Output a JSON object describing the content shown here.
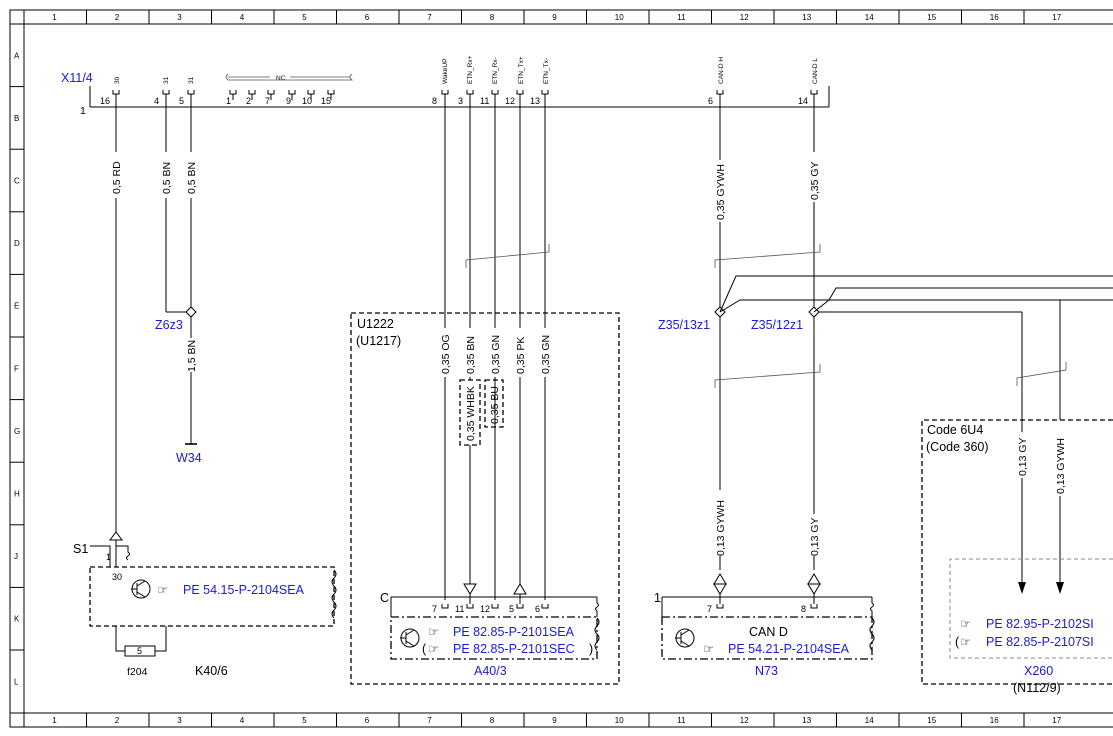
{
  "grid": {
    "columns": [
      "1",
      "2",
      "3",
      "4",
      "5",
      "6",
      "7",
      "8",
      "9",
      "10",
      "11",
      "12",
      "13",
      "14",
      "15",
      "16",
      "17"
    ],
    "rows": [
      "A",
      "B",
      "C",
      "D",
      "E",
      "F",
      "G",
      "H",
      "J",
      "K",
      "L"
    ]
  },
  "connector_x11_4": {
    "label": "X11/4",
    "bus_number": "1",
    "pin_labels": [
      "30",
      "31",
      "31",
      "NC",
      "WakeUP",
      "ETN_Rx+",
      "ETN_Rx-",
      "ETN_Tx+",
      "ETN_Tx-",
      "CAN-D H",
      "CAN-D L"
    ],
    "pin_numbers": [
      "16",
      "4",
      "5",
      "1",
      "2",
      "7",
      "9",
      "10",
      "15",
      "8",
      "3",
      "11",
      "12",
      "13",
      "6",
      "14"
    ]
  },
  "wires": {
    "w30": "0,5 RD",
    "w31a": "0,5 BN",
    "w31b": "0,5 BN",
    "w_bn15": "1,5 BN",
    "w_og": "0,35 OG",
    "w_bn": "0,35 BN",
    "w_gn1": "0,35 GN",
    "w_pk": "0,35 PK",
    "w_gn2": "0,35 GN",
    "w_whbk": "0,35 WHBK",
    "w_bu": "0,35 BU",
    "w_gywh_top": "0,35 GYWH",
    "w_gy_top": "0,35 GY",
    "w_gywh_bot": "0,13 GYWH",
    "w_gy_bot": "0,13 GY",
    "w_gy_right": "0,13 GY",
    "w_gywh_right": "0,13 GYWH"
  },
  "nodes": {
    "z6z3": "Z6z3",
    "w34": "W34",
    "z35_13z1": "Z35/13z1",
    "z35_12z1": "Z35/12z1"
  },
  "u1222": {
    "title": "U1222",
    "subtitle": "(U1217)"
  },
  "code6u4": {
    "title": "Code 6U4",
    "subtitle": "(Code 360)"
  },
  "k40_6": {
    "s1": "S1",
    "pin1": "1",
    "pin30": "30",
    "fuse_pin": "5",
    "ref": "PE 54.15-P-2104SEA",
    "fuse": "f204",
    "label": "K40/6"
  },
  "a40_3": {
    "conn": "C",
    "pins": [
      "7",
      "11",
      "12",
      "5",
      "6"
    ],
    "ref1": "PE 82.85-P-2101SEA",
    "ref2": "PE 82.85-P-2101SEC",
    "label": "A40/3"
  },
  "n73": {
    "conn": "1",
    "pins": [
      "7",
      "8"
    ],
    "title": "CAN D",
    "ref": "PE 54.21-P-2104SEA",
    "label": "N73"
  },
  "x260": {
    "ref1": "PE 82.95-P-2102SI",
    "ref2": "PE 82.85-P-2107SI",
    "label": "X260",
    "sublabel": "(N112/9)"
  },
  "icons": [
    "hand-pointer-icon",
    "transistor-icon",
    "ground-symbol-icon",
    "connector-arrow-icon",
    "fuse-symbol-icon"
  ]
}
